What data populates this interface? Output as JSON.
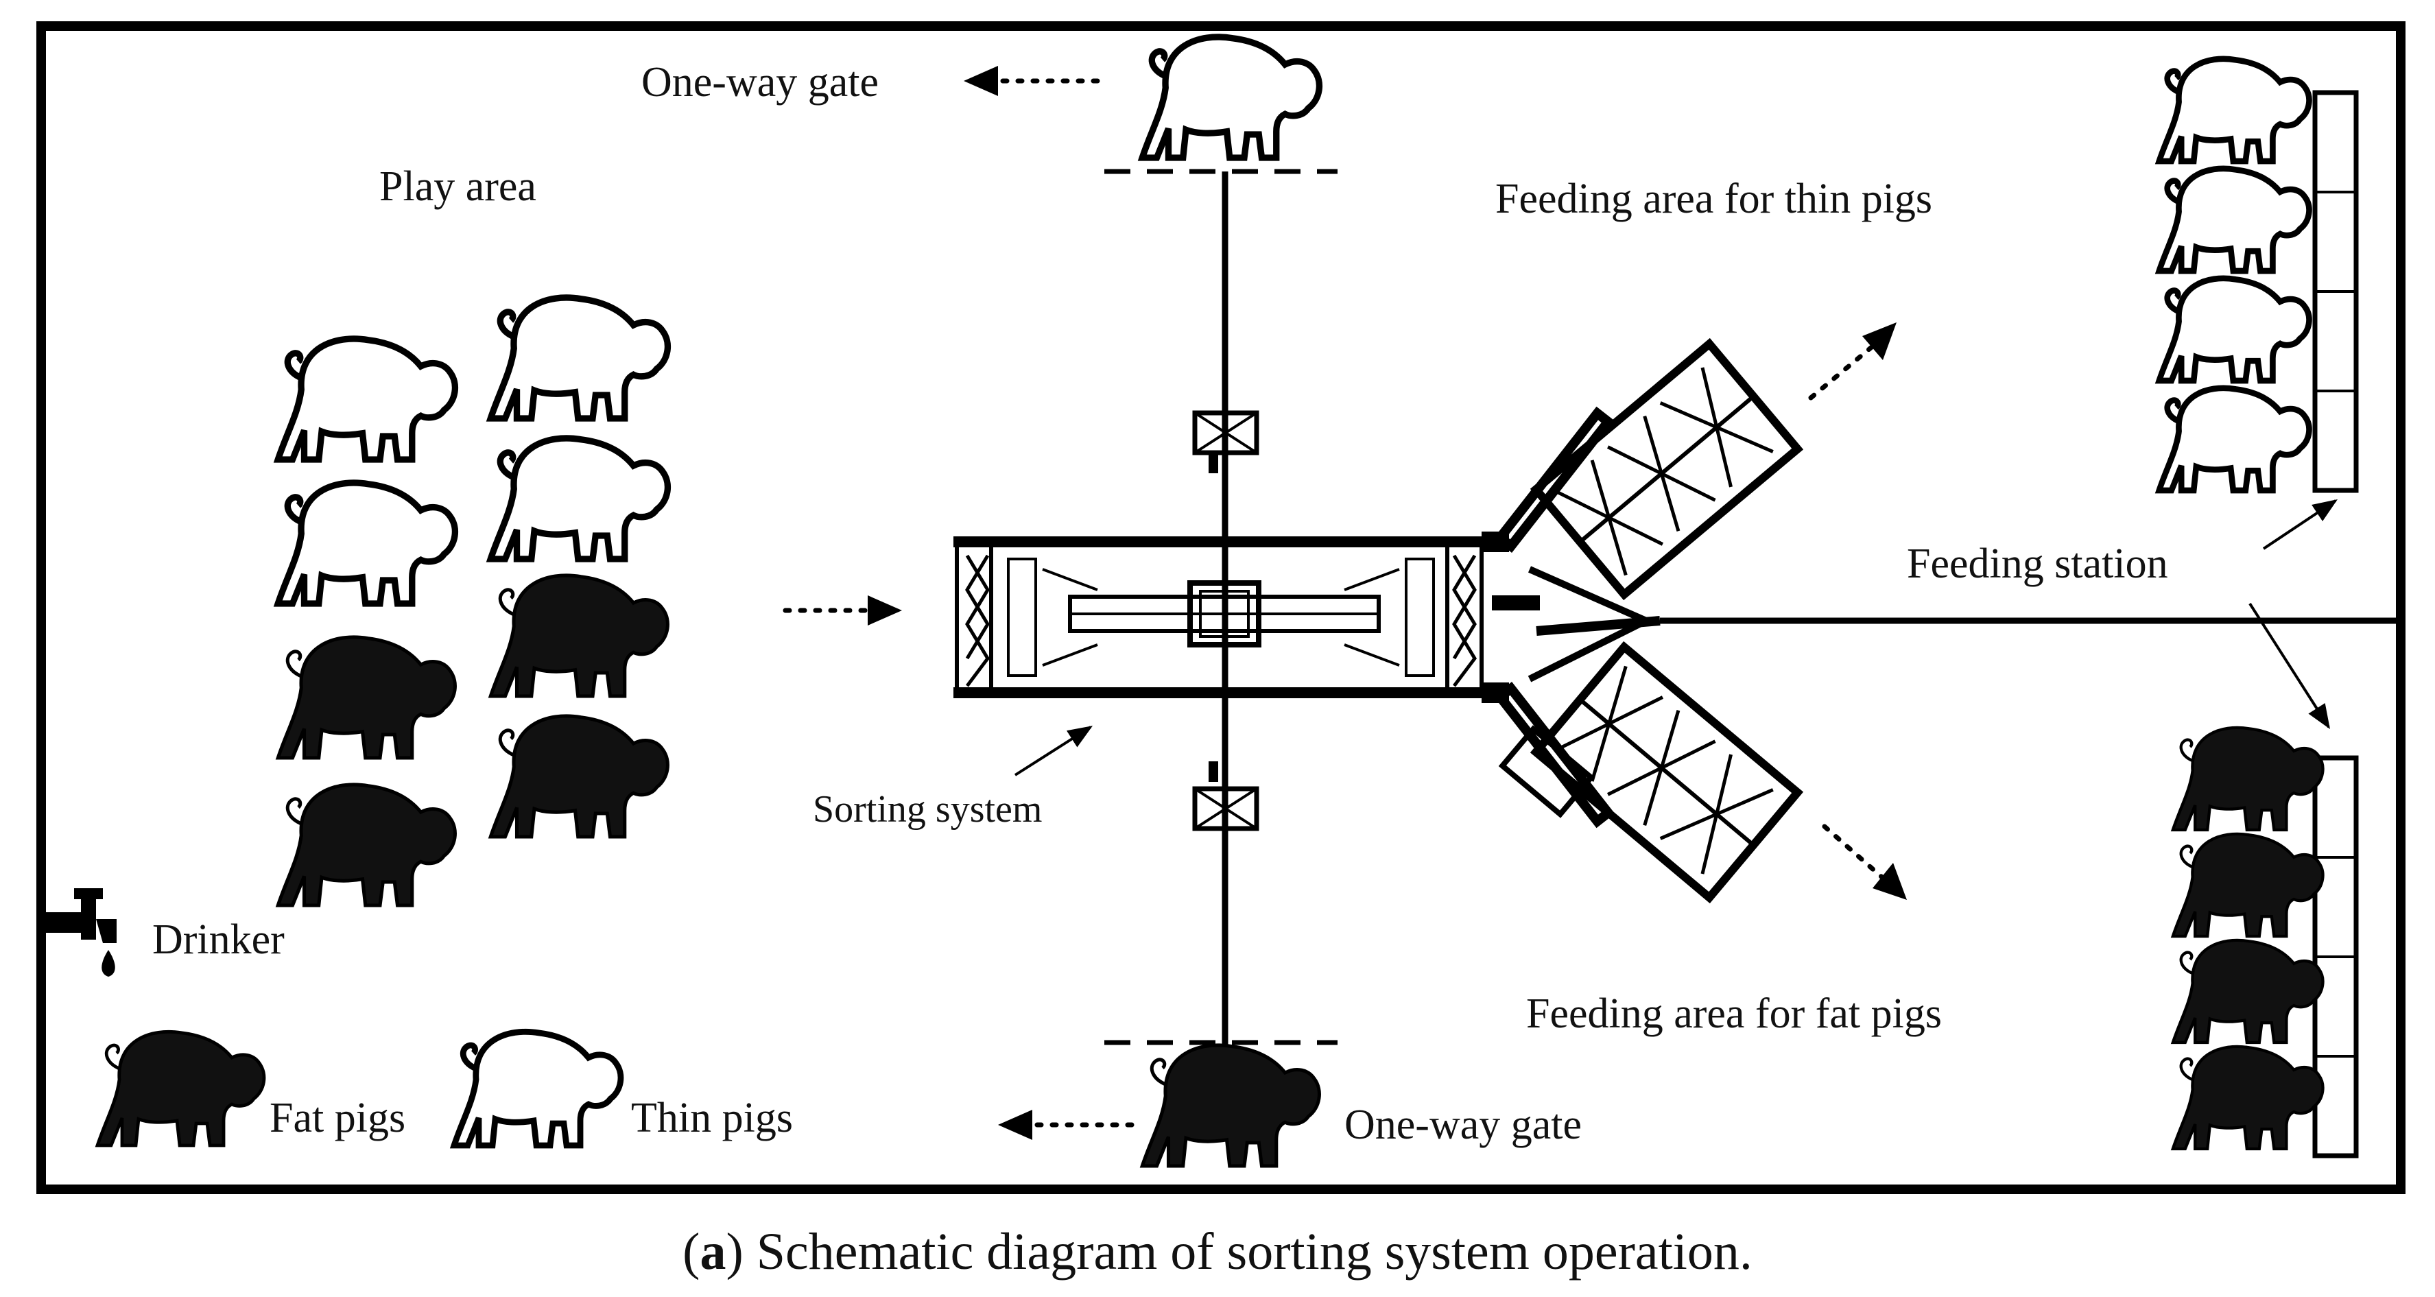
{
  "labels": {
    "one_way_gate_top": "One-way gate",
    "one_way_gate_bottom": "One-way gate",
    "play_area": "Play area",
    "feeding_thin": "Feeding area for thin pigs",
    "feeding_fat": "Feeding area for fat pigs",
    "feeding_station": "Feeding station",
    "sorting_system": "Sorting system",
    "drinker": "Drinker",
    "legend_fat": "Fat pigs",
    "legend_thin": "Thin pigs"
  },
  "caption": {
    "open": "(",
    "letter": "a",
    "text": ") Schematic diagram of sorting system operation."
  },
  "icons": {
    "pig_thin": "pig-outline-icon",
    "pig_fat": "pig-solid-icon",
    "drinker": "faucet-icon"
  }
}
